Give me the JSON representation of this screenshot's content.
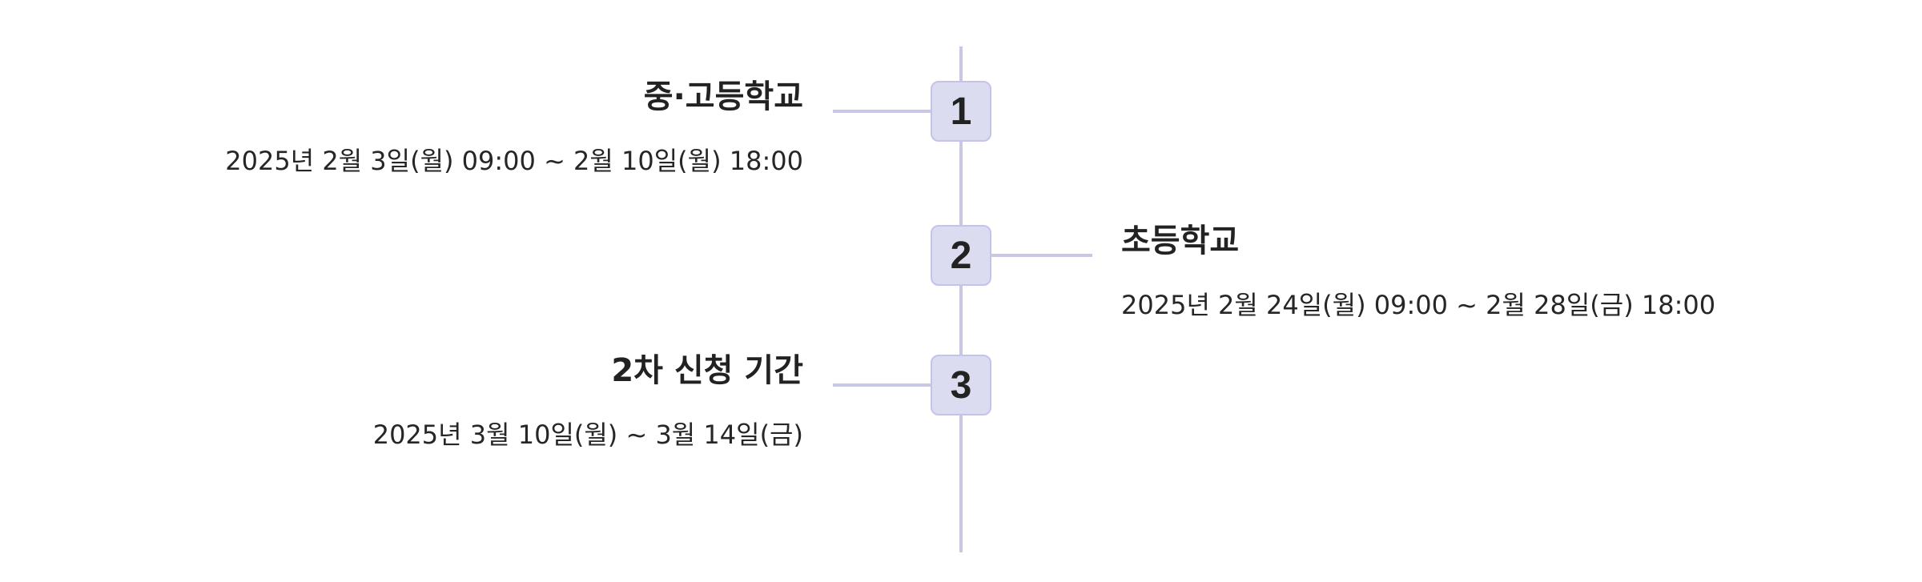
{
  "timeline": {
    "items": [
      {
        "number": "1",
        "title": "중·고등학교",
        "date": "2025년 2월 3일(월) 09:00 ~ 2월 10일(월) 18:00"
      },
      {
        "number": "2",
        "title": "초등학교",
        "date": "2025년 2월 24일(월) 09:00 ~ 2월 28일(금) 18:00"
      },
      {
        "number": "3",
        "title": "2차 신청 기간",
        "date": "2025년 3월 10일(월) ~ 3월 14일(금)"
      }
    ]
  },
  "colors": {
    "line": "#c9c8e4",
    "badge_fill": "#dcdcf1",
    "badge_border": "#c4c3ea",
    "text": "#222222"
  }
}
